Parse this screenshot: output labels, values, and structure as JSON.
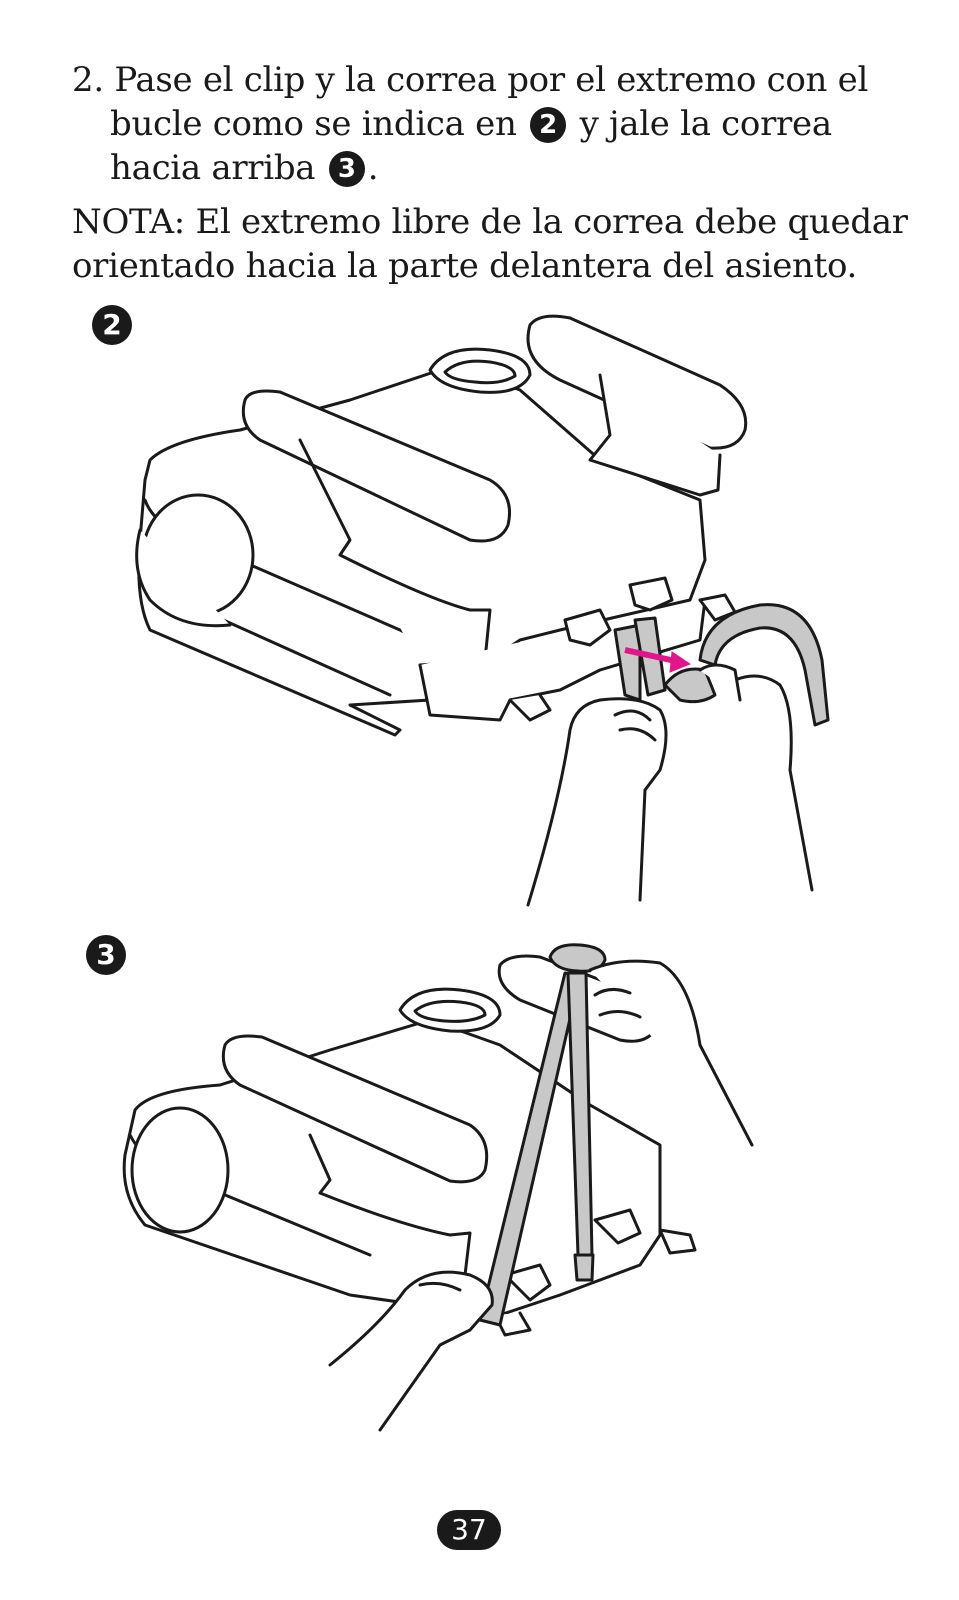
{
  "instructions": {
    "step_prefix": "2. Pase el clip y la correa por el extremo con el bucle como se indica en",
    "step_middle": "y jale la correa hacia arriba",
    "step_end": ".",
    "step_ref_a": "2",
    "step_ref_b": "3",
    "note": "NOTA: El extremo libre de la correa debe quedar orientado hacia la parte delantera del asiento."
  },
  "figures": [
    {
      "label": "2",
      "icon": "booster-seat-strap-threading-illustration"
    },
    {
      "label": "3",
      "icon": "booster-seat-strap-pull-up-illustration"
    }
  ],
  "colors": {
    "strap": "#c8c8c8",
    "arrow": "#e0168a",
    "ink": "#1a1a1a"
  },
  "page_number": "37"
}
